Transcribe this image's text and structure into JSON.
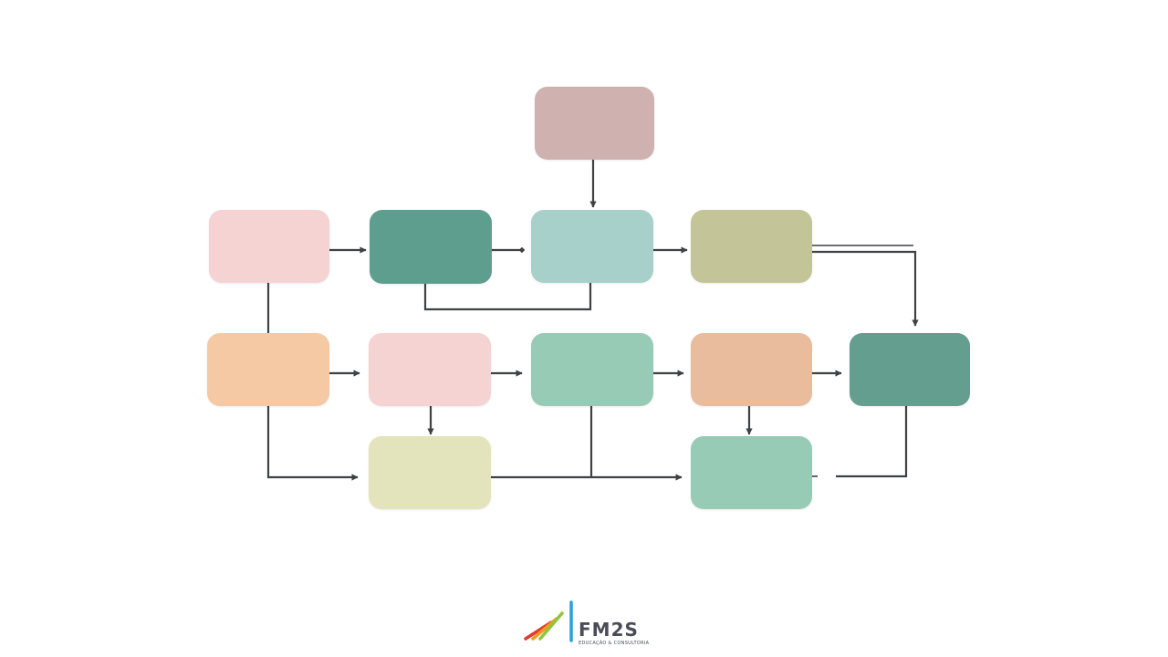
{
  "diagram": {
    "nodes": [
      {
        "id": "top",
        "color": "#cfb1b0"
      },
      {
        "id": "r1c1",
        "color": "#f6d3d3"
      },
      {
        "id": "r1c2",
        "color": "#5e9e8f"
      },
      {
        "id": "r1c3",
        "color": "#a8d0ca"
      },
      {
        "id": "r1c4",
        "color": "#c3c497"
      },
      {
        "id": "r2c1",
        "color": "#f6c9a5"
      },
      {
        "id": "r2c2",
        "color": "#f6d3d3"
      },
      {
        "id": "r2c3",
        "color": "#98cbb6"
      },
      {
        "id": "r2c4",
        "color": "#e8bc9d"
      },
      {
        "id": "r2c5",
        "color": "#639e8e"
      },
      {
        "id": "r3c2",
        "color": "#e3e4bc"
      },
      {
        "id": "r3c4",
        "color": "#98cbb6"
      }
    ],
    "connector_color": "#3f4143"
  },
  "logo": {
    "name": "FM2S",
    "tagline": "EDUCAÇÃO & CONSULTORIA",
    "icon": "bar-chart-logo-icon",
    "colors": {
      "red": "#e33b2e",
      "orange": "#f39a1e",
      "green": "#8cc63e",
      "blue": "#2b9fd9",
      "text": "#4a4d57"
    }
  }
}
